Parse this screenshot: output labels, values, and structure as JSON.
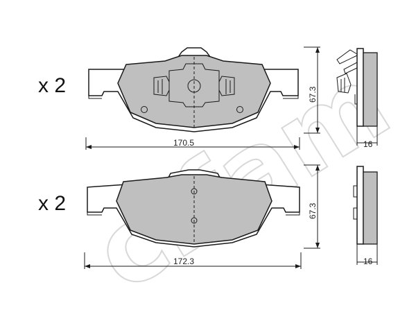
{
  "watermark": {
    "text": "cifam"
  },
  "top_view": {
    "quantity": "x 2",
    "width_dim": "170.5",
    "height_dim": "67.3",
    "thickness_dim": "16"
  },
  "bottom_view": {
    "quantity": "x 2",
    "width_dim": "172.3",
    "height_dim": "67.3",
    "thickness_dim": "16"
  }
}
